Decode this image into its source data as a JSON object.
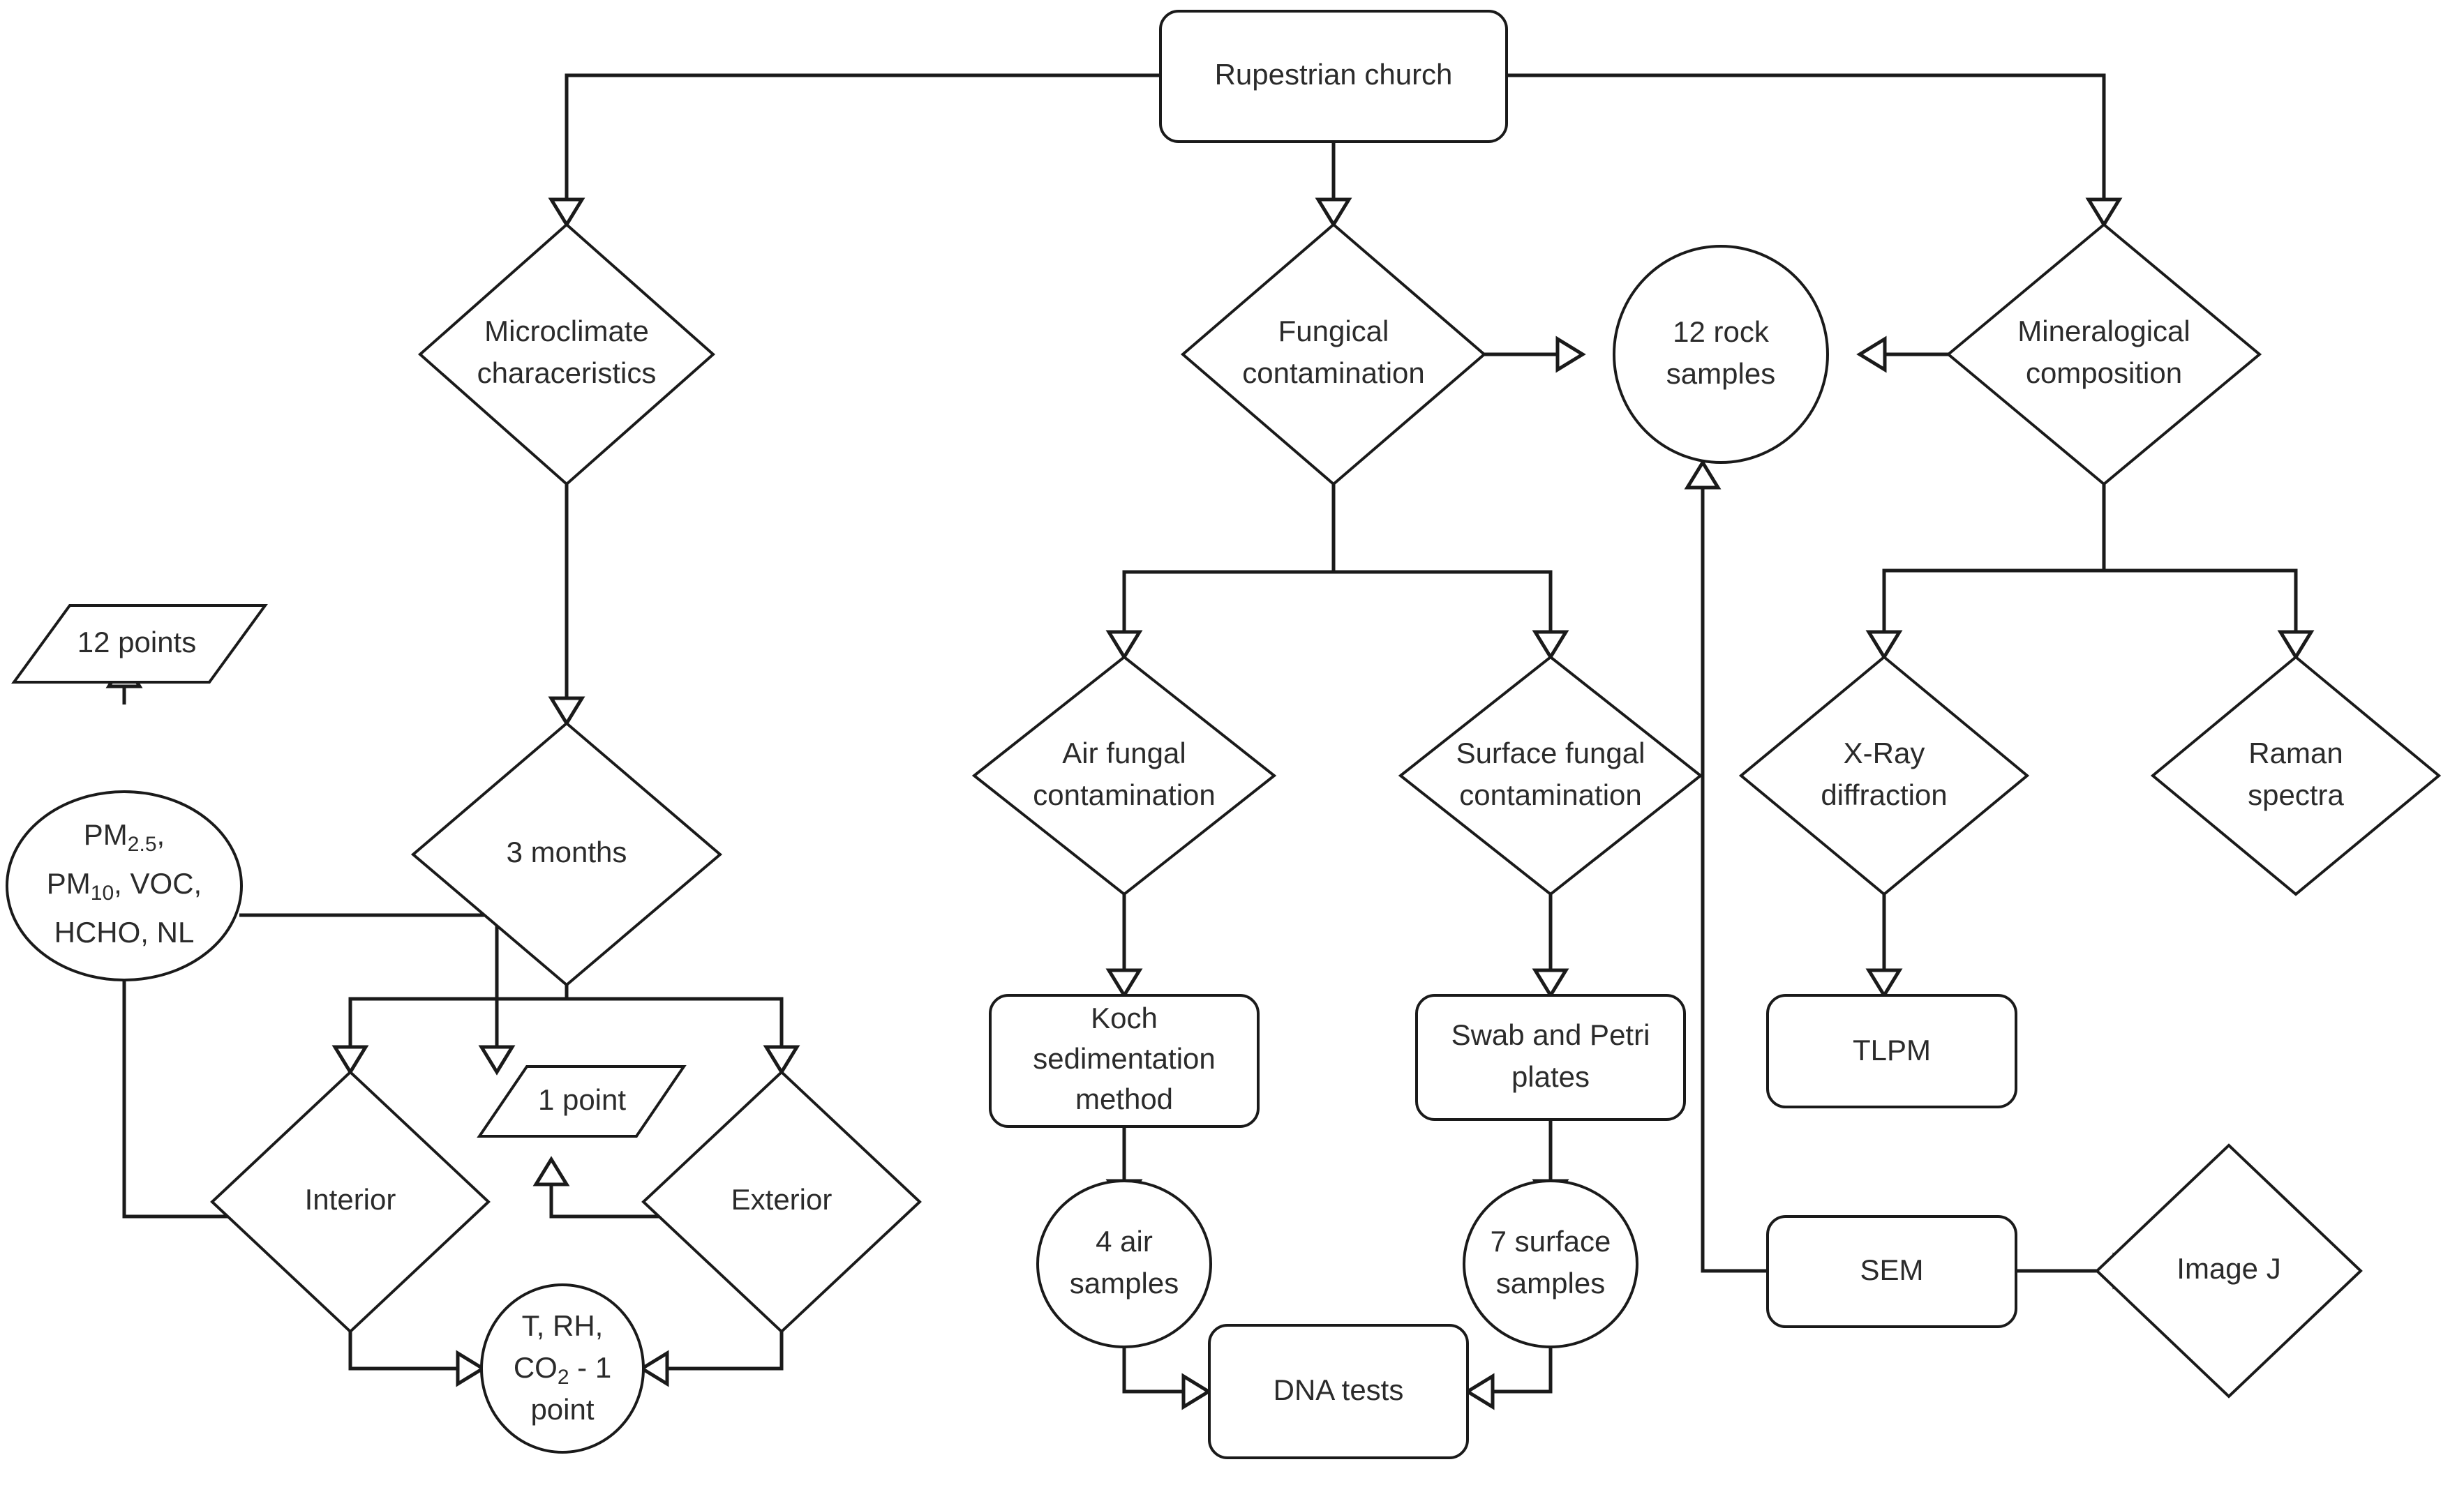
{
  "diagram": {
    "title": "Rupestrian church research methodology flowchart",
    "colors": {
      "stroke": "#1a1a1a",
      "fill": "#ffffff",
      "text": "#2b2b2b",
      "background": "#ffffff"
    },
    "nodes": {
      "rupestrian_church": "Rupestrian church",
      "microclimate": "Microclimate\ncharaceristics",
      "fungical_contamination": "Fungical\ncontamination",
      "rock_samples": "12 rock\nsamples",
      "mineralogical": "Mineralogical\ncomposition",
      "twelve_points": "12 points",
      "pm_sensors_line1": "PM",
      "pm_sensors_sub1": "2.5",
      "pm_sensors_line1b": ",",
      "pm_sensors_line2": "PM",
      "pm_sensors_sub2": "10",
      "pm_sensors_line2b": ", VOC,",
      "pm_sensors_line3": "HCHO, NL",
      "three_months": "3 months",
      "air_fungal": "Air fungal\ncontamination",
      "surface_fungal": "Surface fungal\ncontamination",
      "xray": "X-Ray\ndiffraction",
      "raman": "Raman\nspectra",
      "koch": "Koch\nsedimentation\nmethod",
      "swab": "Swab and Petri\nplates",
      "tlpm": "TLPM",
      "one_point": "1 point",
      "interior": "Interior",
      "exterior": "Exterior",
      "sem": "SEM",
      "image_j": "Image J",
      "four_air": "4 air\nsamples",
      "seven_surface": "7 surface\nsamples",
      "t_rh_co2_line1": "T, RH,",
      "t_rh_co2_line2a": "CO",
      "t_rh_co2_sub": "2",
      "t_rh_co2_line2b": " - 1",
      "t_rh_co2_line3": "point",
      "dna_tests": "DNA tests"
    },
    "node_list": [
      {
        "id": "rupestrian-church",
        "label": "Rupestrian church",
        "shape": "rounded-rectangle"
      },
      {
        "id": "microclimate-characeristics",
        "label": "Microclimate characeristics",
        "shape": "diamond"
      },
      {
        "id": "fungical-contamination",
        "label": "Fungical contamination",
        "shape": "diamond"
      },
      {
        "id": "twelve-rock-samples",
        "label": "12 rock samples",
        "shape": "circle"
      },
      {
        "id": "mineralogical-composition",
        "label": "Mineralogical composition",
        "shape": "diamond"
      },
      {
        "id": "twelve-points",
        "label": "12 points",
        "shape": "parallelogram"
      },
      {
        "id": "pm-sensors",
        "label": "PM2.5, PM10, VOC, HCHO, NL",
        "shape": "circle"
      },
      {
        "id": "three-months",
        "label": "3 months",
        "shape": "diamond"
      },
      {
        "id": "air-fungal-contamination",
        "label": "Air fungal contamination",
        "shape": "diamond"
      },
      {
        "id": "surface-fungal-contamination",
        "label": "Surface fungal contamination",
        "shape": "diamond"
      },
      {
        "id": "xray-diffraction",
        "label": "X-Ray diffraction",
        "shape": "diamond"
      },
      {
        "id": "raman-spectra",
        "label": "Raman spectra",
        "shape": "diamond"
      },
      {
        "id": "koch-sedimentation-method",
        "label": "Koch sedimentation method",
        "shape": "rounded-rectangle"
      },
      {
        "id": "swab-and-petri-plates",
        "label": "Swab and Petri plates",
        "shape": "rounded-rectangle"
      },
      {
        "id": "tlpm",
        "label": "TLPM",
        "shape": "rounded-rectangle"
      },
      {
        "id": "one-point",
        "label": "1 point",
        "shape": "parallelogram"
      },
      {
        "id": "interior",
        "label": "Interior",
        "shape": "diamond"
      },
      {
        "id": "exterior",
        "label": "Exterior",
        "shape": "diamond"
      },
      {
        "id": "sem",
        "label": "SEM",
        "shape": "rounded-rectangle"
      },
      {
        "id": "image-j",
        "label": "Image J",
        "shape": "diamond"
      },
      {
        "id": "four-air-samples",
        "label": "4 air samples",
        "shape": "circle"
      },
      {
        "id": "seven-surface-samples",
        "label": "7 surface samples",
        "shape": "circle"
      },
      {
        "id": "t-rh-co2-one-point",
        "label": "T, RH, CO2 - 1 point",
        "shape": "circle"
      },
      {
        "id": "dna-tests",
        "label": "DNA tests",
        "shape": "rounded-rectangle"
      }
    ],
    "edges": [
      {
        "from": "rupestrian-church",
        "to": "microclimate-characeristics"
      },
      {
        "from": "rupestrian-church",
        "to": "fungical-contamination"
      },
      {
        "from": "rupestrian-church",
        "to": "mineralogical-composition"
      },
      {
        "from": "fungical-contamination",
        "to": "twelve-rock-samples"
      },
      {
        "from": "mineralogical-composition",
        "to": "twelve-rock-samples"
      },
      {
        "from": "microclimate-characeristics",
        "to": "three-months"
      },
      {
        "from": "three-months",
        "to": "interior"
      },
      {
        "from": "three-months",
        "to": "one-point"
      },
      {
        "from": "three-months",
        "to": "exterior"
      },
      {
        "from": "pm-sensors",
        "to": "twelve-points"
      },
      {
        "from": "pm-sensors",
        "to": "one-point"
      },
      {
        "from": "interior",
        "to": "pm-sensors"
      },
      {
        "from": "interior",
        "to": "t-rh-co2-one-point"
      },
      {
        "from": "exterior",
        "to": "one-point"
      },
      {
        "from": "exterior",
        "to": "t-rh-co2-one-point"
      },
      {
        "from": "fungical-contamination",
        "to": "air-fungal-contamination"
      },
      {
        "from": "fungical-contamination",
        "to": "surface-fungal-contamination"
      },
      {
        "from": "air-fungal-contamination",
        "to": "koch-sedimentation-method"
      },
      {
        "from": "koch-sedimentation-method",
        "to": "four-air-samples"
      },
      {
        "from": "four-air-samples",
        "to": "dna-tests"
      },
      {
        "from": "surface-fungal-contamination",
        "to": "swab-and-petri-plates"
      },
      {
        "from": "swab-and-petri-plates",
        "to": "seven-surface-samples"
      },
      {
        "from": "seven-surface-samples",
        "to": "dna-tests"
      },
      {
        "from": "mineralogical-composition",
        "to": "xray-diffraction"
      },
      {
        "from": "mineralogical-composition",
        "to": "raman-spectra"
      },
      {
        "from": "xray-diffraction",
        "to": "tlpm"
      },
      {
        "from": "sem",
        "to": "image-j"
      },
      {
        "from": "sem",
        "to": "twelve-rock-samples"
      }
    ]
  }
}
